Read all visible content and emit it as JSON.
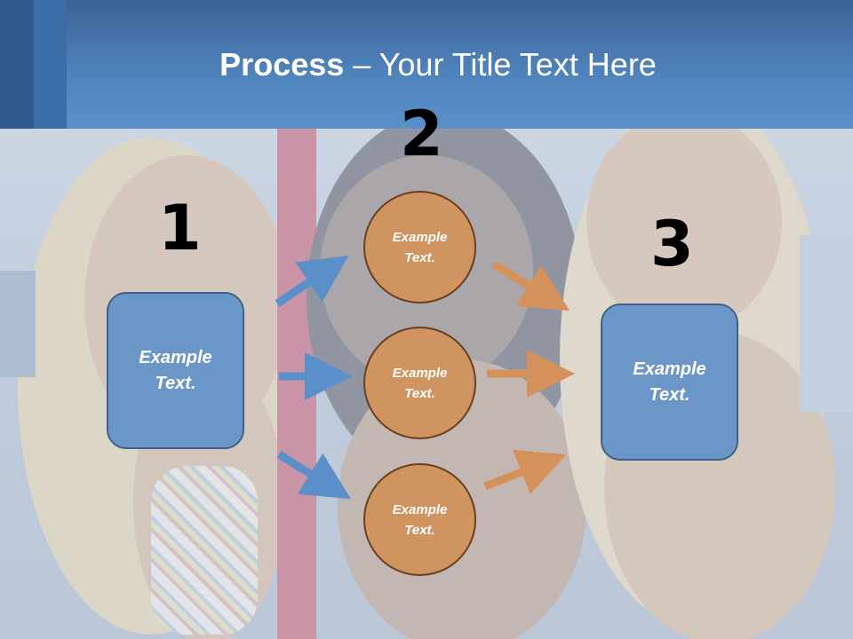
{
  "slide": {
    "title_bold": "Process",
    "title_rest": " – Your Title Text Here"
  },
  "steps": {
    "step1_number": "1",
    "step2_number": "2",
    "step3_number": "3"
  },
  "input_box": {
    "text": "Example Text."
  },
  "middle_circles": [
    {
      "text": "Example Text."
    },
    {
      "text": "Example Text."
    },
    {
      "text": "Example Text."
    }
  ],
  "output_box": {
    "text": "Example Text."
  },
  "colors": {
    "header": "#4f82bb",
    "box_fill": "#6b97c8",
    "circle_fill": "#cf9460",
    "blue_arrow": "#5a8fc9",
    "orange_arrow": "#d4915a"
  }
}
